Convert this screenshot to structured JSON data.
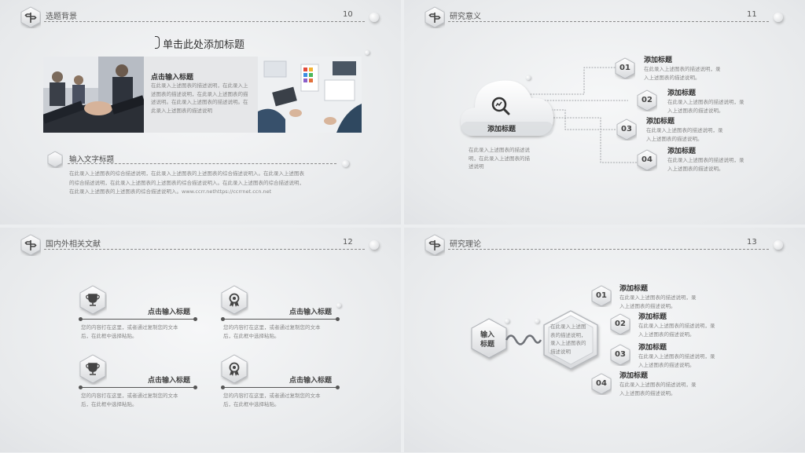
{
  "slides": [
    {
      "title": "选题背景",
      "number": "10",
      "headline": "单击此处添加标题",
      "card": {
        "title": "点击输入标题",
        "body": "在此录入上述图表的描述说明，在此录入上述图表的描述说明，在此录入上述图表的描述说明。在此录入上述图表的描述说明。在此录入上述图表的描述说明"
      },
      "section": {
        "title": "输入文字标题",
        "lines": [
          "在此录入上述图表的综合描述说明，在此录入上述图表的上述图表的综合描述说明入。在此录入上述图表",
          "的综合描述说明，在此录入上述图表的上述图表的综合描述说明入。在此录入上述图表的综合描述说明，",
          "在此录入上述图表的上述图表的综合描述说明入。www.ccrr.nethttps://ccrrnet.ccn.net"
        ]
      }
    },
    {
      "title": "研究意义",
      "number": "11",
      "cloud_label": "添加标题",
      "cloud_desc": [
        "在此录入上述图表的描述说",
        "明，在此录入上述图表的描",
        "述说明"
      ],
      "items": [
        {
          "num": "01",
          "title": "添加标题",
          "desc": [
            "在此录入上述图表的描述说明，录",
            "入上述图表的描述说明。"
          ]
        },
        {
          "num": "02",
          "title": "添加标题",
          "desc": [
            "在此录入上述图表的描述说明，录",
            "入上述图表的描述说明。"
          ]
        },
        {
          "num": "03",
          "title": "添加标题",
          "desc": [
            "在此录入上述图表的描述说明，录",
            "入上述图表的描述说明。"
          ]
        },
        {
          "num": "04",
          "title": "添加标题",
          "desc": [
            "在此录入上述图表的描述说明，录",
            "入上述图表的描述说明。"
          ]
        }
      ]
    },
    {
      "title": "国内外相关文献",
      "number": "12",
      "cards": [
        {
          "icon": "trophy-icon",
          "title": "点击输入标题",
          "desc": [
            "您的内容打在这里，或者通过复制您的文本",
            "后，在此框中选择粘贴。"
          ]
        },
        {
          "icon": "medal-icon",
          "title": "点击输入标题",
          "desc": [
            "您的内容打在这里，或者通过复制您的文本",
            "后，在此框中选择粘贴。"
          ]
        },
        {
          "icon": "trophy-icon",
          "title": "点击输入标题",
          "desc": [
            "您的内容打在这里，或者通过复制您的文本",
            "后，在此框中选择粘贴。"
          ]
        },
        {
          "icon": "medal-icon",
          "title": "点击输入标题",
          "desc": [
            "您的内容打在这里，或者通过复制您的文本",
            "后，在此框中选择粘贴。"
          ]
        }
      ]
    },
    {
      "title": "研究理论",
      "number": "13",
      "input_label": [
        "输入",
        "标题"
      ],
      "center_desc": [
        "在此录入上述图",
        "表的描述说明，",
        "录入上述图表的",
        "描述说明"
      ],
      "items": [
        {
          "num": "01",
          "title": "添加标题",
          "desc": [
            "在此录入上述图表的描述说明，录",
            "入上述图表的描述说明。"
          ]
        },
        {
          "num": "02",
          "title": "添加标题",
          "desc": [
            "在此录入上述图表的描述说明，录",
            "入上述图表的描述说明。"
          ]
        },
        {
          "num": "03",
          "title": "添加标题",
          "desc": [
            "在此录入上述图表的描述说明，录",
            "入上述图表的描述说明。"
          ]
        },
        {
          "num": "04",
          "title": "添加标题",
          "desc": [
            "在此录入上述图表的描述说明，录",
            "入上述图表的描述说明。"
          ]
        }
      ]
    }
  ]
}
